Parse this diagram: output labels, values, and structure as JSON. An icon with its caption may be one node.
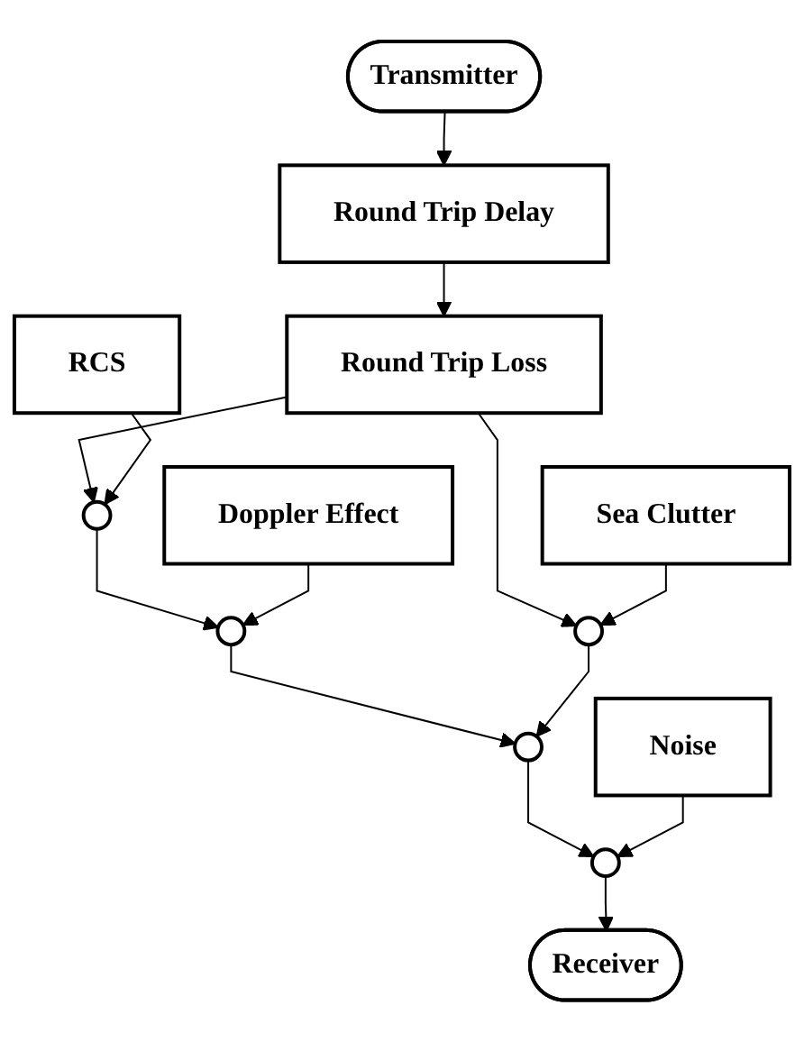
{
  "diagram": {
    "nodes": [
      {
        "text": [
          "Transmitter"
        ]
      },
      {
        "text": [
          "Round Trip Delay"
        ]
      },
      {
        "text": [
          "Round Trip Loss"
        ]
      },
      {
        "text": [
          "RCS"
        ]
      },
      {
        "text": [],
        "shape": "circle"
      },
      {
        "text": [],
        "shape": "circle"
      },
      {
        "text": [
          "Sea Clutter"
        ]
      },
      {
        "text": [
          "Doppler Effect"
        ]
      },
      {
        "text": [],
        "shape": "circle"
      },
      {
        "text": [],
        "shape": "circle"
      },
      {
        "text": [
          "Noise"
        ]
      },
      {
        "text": [],
        "shape": "circle"
      },
      {
        "text": [
          "Receiver"
        ]
      }
    ],
    "edges": [
      {
        "from": 0,
        "to": 1,
        "arrow": "to"
      },
      {
        "from": 1,
        "to": 2,
        "arrow": "to"
      },
      {
        "from": 2,
        "to": 4,
        "arrow": "to"
      },
      {
        "from": 2,
        "to": 5,
        "arrow": "to"
      },
      {
        "from": 4,
        "to": 8,
        "arrow": "to"
      },
      {
        "from": 8,
        "to": 9,
        "arrow": "to"
      },
      {
        "from": 5,
        "to": 9,
        "arrow": "to"
      },
      {
        "from": 9,
        "to": 11,
        "arrow": "to"
      },
      {
        "from": 11,
        "to": 12,
        "arrow": "to"
      },
      {
        "from": 3,
        "to": 4,
        "arrow": "to"
      },
      {
        "from": 6,
        "to": 5,
        "arrow": "to"
      },
      {
        "from": 7,
        "to": 8,
        "arrow": "to"
      },
      {
        "from": 10,
        "to": 11,
        "arrow": "to"
      }
    ]
  }
}
